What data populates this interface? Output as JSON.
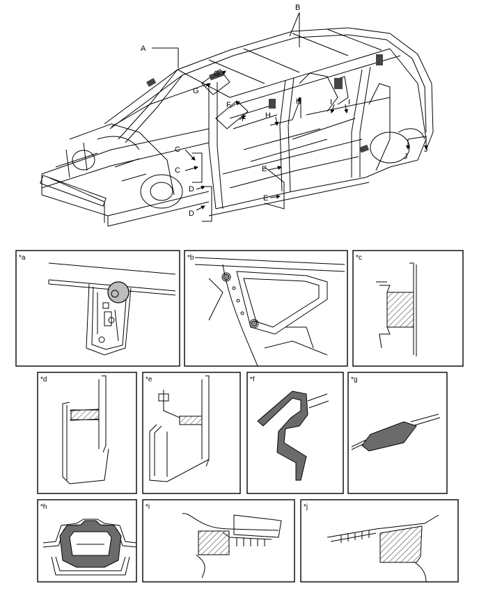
{
  "callouts": {
    "A": "A",
    "B": "B",
    "C": "C",
    "D": "D",
    "E": "E",
    "F": "F",
    "G": "G",
    "H": "H",
    "I": "I",
    "J": "J"
  },
  "panels": {
    "a": "*a",
    "b": "*b",
    "c": "*c",
    "d": "*d",
    "e": "*e",
    "f": "*f",
    "g": "*g",
    "h": "*h",
    "i": "*i",
    "j": "*j"
  },
  "colors": {
    "line": "#000000",
    "sealer_fill": "#6b6b6b",
    "background": "#ffffff"
  }
}
